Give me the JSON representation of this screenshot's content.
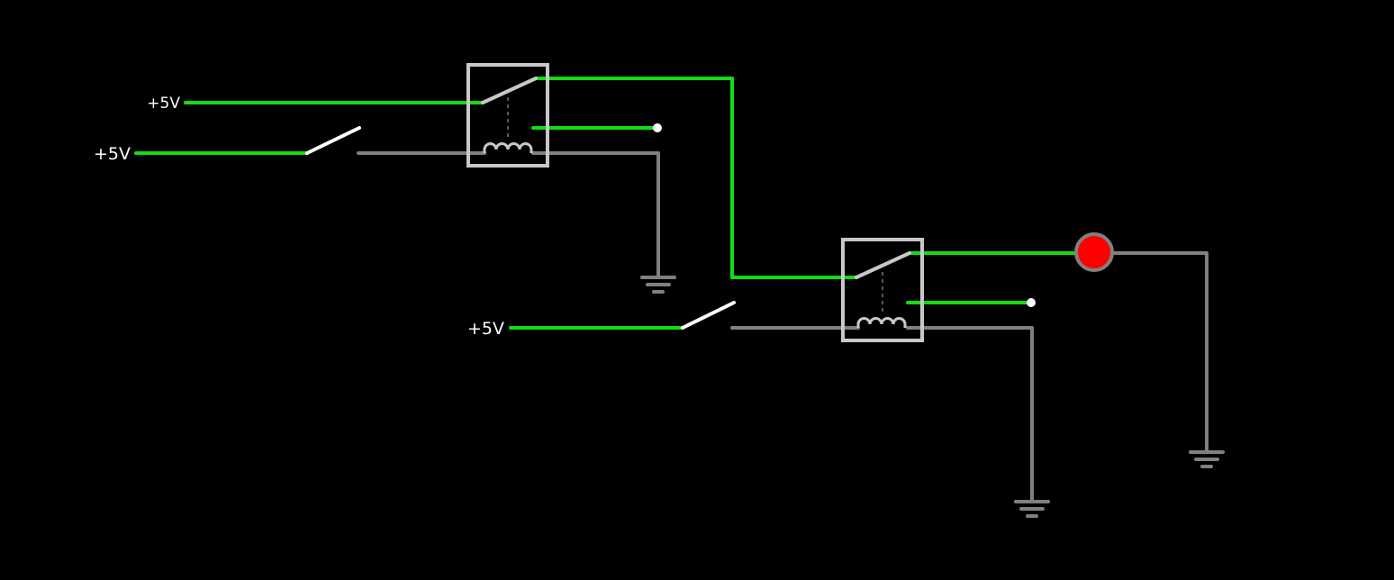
{
  "colors": {
    "background": "#000000",
    "live_wire": "#11dd11",
    "dead_wire": "#808080",
    "component": "#c8c8c8",
    "switch_lever": "#ffffff",
    "lamp_on": "#ff0000",
    "label": "#ffffff"
  },
  "labels": {
    "supply_1": "+5V",
    "supply_2": "+5V",
    "supply_3": "+5V"
  },
  "components": {
    "relay_1": {
      "icon": "relay-icon"
    },
    "relay_2": {
      "icon": "relay-icon"
    },
    "switch_1": {
      "icon": "switch-icon",
      "state": "open"
    },
    "switch_2": {
      "icon": "switch-icon",
      "state": "open"
    },
    "lamp": {
      "icon": "lamp-icon",
      "state": "on"
    },
    "grounds": [
      "ground-icon",
      "ground-icon",
      "ground-icon"
    ]
  }
}
